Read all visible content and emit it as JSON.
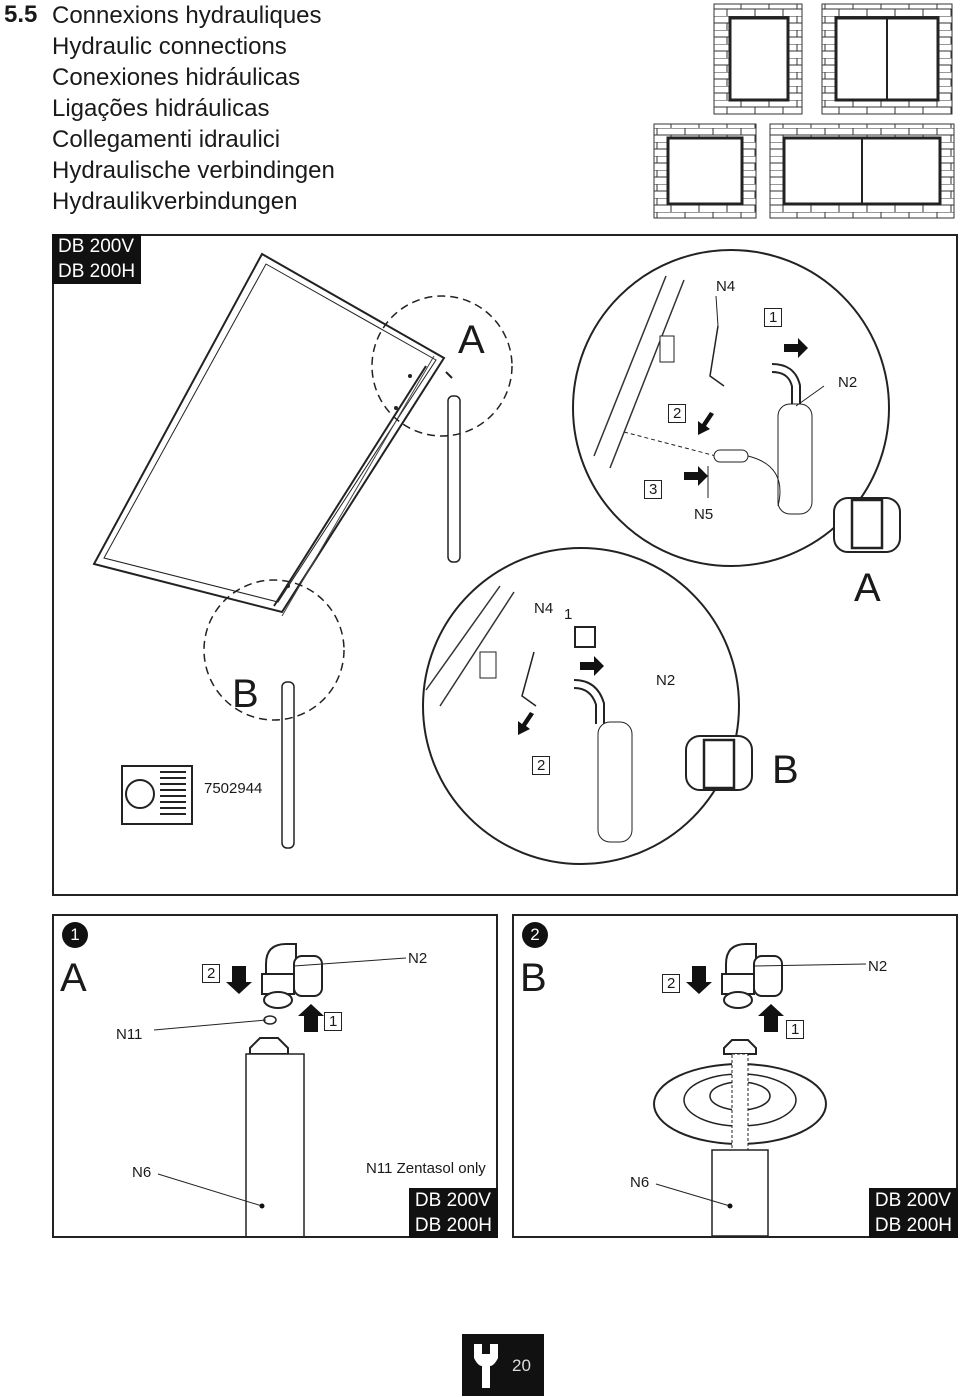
{
  "header": {
    "section_number": "5.5",
    "titles": [
      "Connexions hydrauliques",
      "Hydraulic connections",
      "Conexiones hidráulicas",
      "Ligações hidráulicas",
      "Collegamenti idraulici",
      "Hydraulische verbindingen",
      "Hydraulikverbindungen"
    ]
  },
  "main_panel": {
    "models": [
      "DB 200V",
      "DB 200H"
    ],
    "detail_a": {
      "letter": "A",
      "step_1": "1",
      "step_2": "2",
      "step_3": "3",
      "n4": "N4",
      "n2": "N2",
      "n5": "N5"
    },
    "detail_b": {
      "letter": "B",
      "step_1": "1",
      "step_2": "2",
      "n4": "N4",
      "n2": "N2"
    },
    "doc_number": "7502944"
  },
  "panel_1": {
    "number": "1",
    "letter": "A",
    "step_1": "1",
    "step_2": "2",
    "n2": "N2",
    "n11": "N11",
    "n6": "N6",
    "note": "N11 Zentasol only",
    "models": [
      "DB 200V",
      "DB 200H"
    ]
  },
  "panel_2": {
    "number": "2",
    "letter": "B",
    "step_1": "1",
    "step_2": "2",
    "n2": "N2",
    "n6": "N6",
    "models": [
      "DB 200V",
      "DB 200H"
    ]
  },
  "footer": {
    "page_number": "20",
    "icon": "wrench-icon"
  }
}
